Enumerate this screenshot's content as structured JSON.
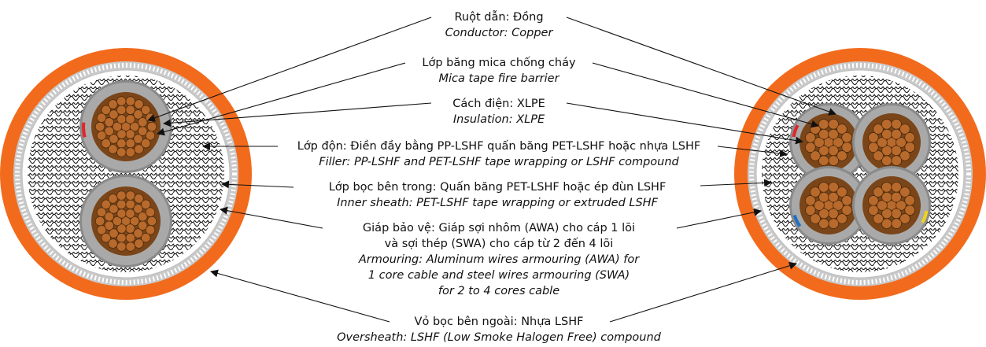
{
  "labels": {
    "conductor": {
      "vi": "Ruột dẫn: Đồng",
      "en": "Conductor: Copper"
    },
    "mica": {
      "vi": "Lớp băng mica chống cháy",
      "en": "Mica tape fire barrier"
    },
    "insulation": {
      "vi": "Cách điện: XLPE",
      "en": "Insulation: XLPE"
    },
    "filler": {
      "vi": "Lớp độn: Điền đầy bằng PP-LSHF quấn băng PET-LSHF hoặc nhựa LSHF",
      "en": "Filler: PP-LSHF and PET-LSHF tape wrapping or LSHF compound"
    },
    "inner_sheath": {
      "vi": "Lớp bọc bên trong: Quấn băng PET-LSHF hoặc ép đùn LSHF",
      "en": "Inner sheath: PET-LSHF tape wrapping or extruded LSHF"
    },
    "armouring": {
      "vi_line1": "Giáp bảo vệ: Giáp sợi nhôm (AWA) cho cáp 1 lõi",
      "vi_line2": "và sợi thép (SWA) cho cáp từ 2 đến 4 lõi",
      "en_line1": "Armouring: Aluminum wires armouring (AWA) for",
      "en_line2": "1 core cable and steel wires armouring (SWA)",
      "en_line3": "for 2 to 4 cores cable"
    },
    "oversheath": {
      "vi": "Vỏ bọc bên ngoài: Nhựa LSHF",
      "en": "Oversheath: LSHF (Low Smoke Halogen Free) compound"
    }
  },
  "colors": {
    "oversheath": "#f26b1d",
    "armour_wire": "#d9d9d9",
    "inner_sheath": "#ffffff",
    "filler_pattern": "#1a1a1a",
    "insulation": "#a9a9a9",
    "copper": "#b86a2c",
    "leader_line": "#111111"
  },
  "cables": [
    {
      "cores": 2,
      "core_marks": [
        "red"
      ]
    },
    {
      "cores": 4,
      "core_marks": [
        "red",
        "blue",
        "yellow"
      ]
    }
  ]
}
